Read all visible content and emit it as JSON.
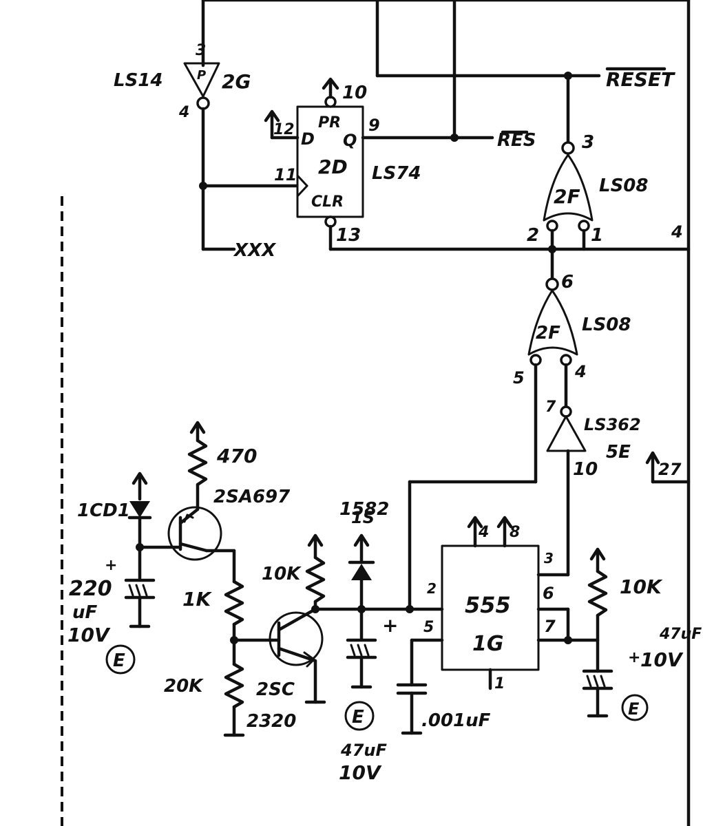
{
  "labels": {
    "ls14": "LS14",
    "g2g": "2G",
    "p_pin": "P",
    "pin3_top": "3",
    "pin4_left": "4",
    "reset": "RESET",
    "pin10_ff": "10",
    "pr": "PR",
    "d": "D",
    "q": "Q",
    "pin12_ff": "12",
    "pin9_ff": "9",
    "pin11_ff": "11",
    "ff_name": "2D",
    "ls74": "LS74",
    "clr": "CLR",
    "pin13_ff": "13",
    "xxx": "XXX",
    "res": "RES",
    "gate_top_pin3": "3",
    "gate_top_name": "2F",
    "gate_top_type": "LS08",
    "gate_top_pin2": "2",
    "gate_top_pin1": "1",
    "right_pin4": "4",
    "gate_mid_pin6": "6",
    "gate_mid_name": "2F",
    "gate_mid_type": "LS08",
    "gate_mid_pin5": "5",
    "gate_mid_pin4": "4",
    "buf_pin7": "7",
    "buf_type": "LS362",
    "buf_name": "5E",
    "buf_pin10": "10",
    "right_pin27": "27",
    "r470": "470",
    "q1": "2SA697",
    "led": "1CD1",
    "c220": "220",
    "c220_unit": "uF",
    "c220_volt": "10V",
    "ground": "E",
    "r1k": "1K",
    "r20k": "20K",
    "q2_line1": "2SC",
    "q2_line2": "2320",
    "r10k_a": "10K",
    "diode_line1": "1S",
    "diode_line2": "1582",
    "c47_a_plus": "+",
    "c47_a_val": "47uF",
    "c47_a_volt": "10V",
    "c001": ".001uF",
    "ic555": "555",
    "ic555_name": "1G",
    "pin4_555": "4",
    "pin8_555": "8",
    "pin2_555": "2",
    "pin5_555": "5",
    "pin3_555": "3",
    "pin6_555": "6",
    "pin7_555": "7",
    "pin1_555": "1",
    "r10k_b": "10K",
    "c47_b_val": "47uF",
    "c47_b_volt": "10V",
    "c47_b_plus": "+"
  }
}
